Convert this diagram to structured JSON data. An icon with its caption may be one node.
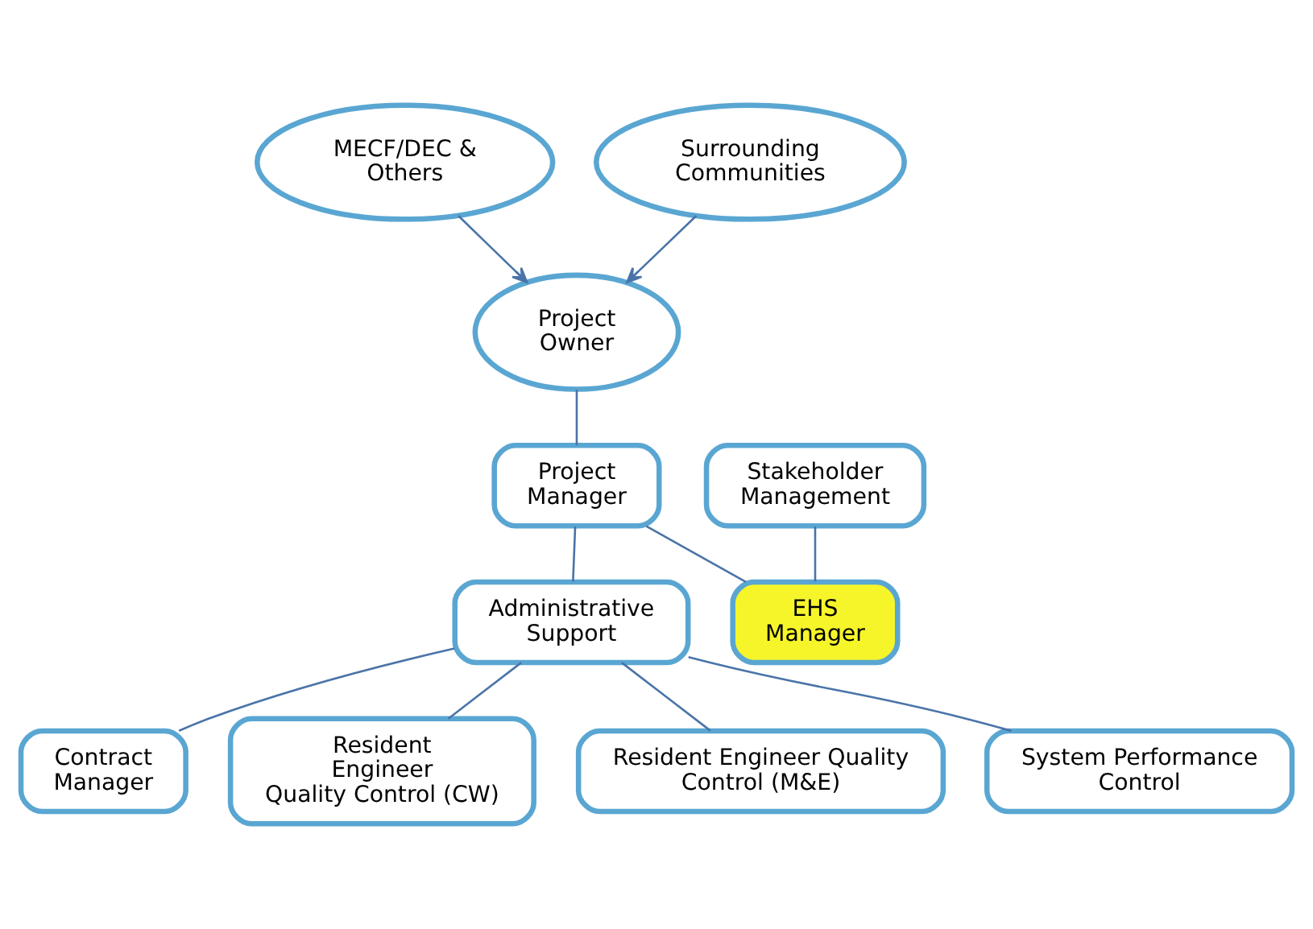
{
  "diagram": {
    "nodes": [
      {
        "text": [
          "MECF/DEC & Others"
        ]
      },
      {
        "text": [
          "Surrounding Communities"
        ]
      },
      {
        "text": [
          "Project Owner"
        ]
      },
      {
        "text": [
          "Project Manager"
        ]
      },
      {
        "text": [
          "Stakeholder Management"
        ]
      },
      {
        "text": [
          "Administrative Support"
        ]
      },
      {
        "text": [
          "EHS Manager"
        ]
      },
      {
        "text": [
          "Contract Manager"
        ]
      },
      {
        "text": [
          "Resident Engineer Quality Control (CW)"
        ]
      },
      {
        "text": [
          "Resident Engineer Quality Control (M&E)"
        ]
      },
      {
        "text": [
          "System Performance Control"
        ]
      }
    ],
    "edges": [
      {
        "from": 0,
        "to": 2,
        "arrow": "to"
      },
      {
        "from": 1,
        "to": 2,
        "arrow": "to"
      },
      {
        "from": 2,
        "to": 3,
        "arrow": "none"
      },
      {
        "from": 3,
        "to": 5,
        "arrow": "none"
      },
      {
        "from": 3,
        "to": 6,
        "arrow": "none"
      },
      {
        "from": 4,
        "to": 6,
        "arrow": "none"
      },
      {
        "from": 5,
        "to": 7,
        "arrow": "none"
      },
      {
        "from": 5,
        "to": 8,
        "arrow": "none"
      },
      {
        "from": 5,
        "to": 9,
        "arrow": "none"
      },
      {
        "from": 5,
        "to": 10,
        "arrow": "none"
      }
    ]
  }
}
